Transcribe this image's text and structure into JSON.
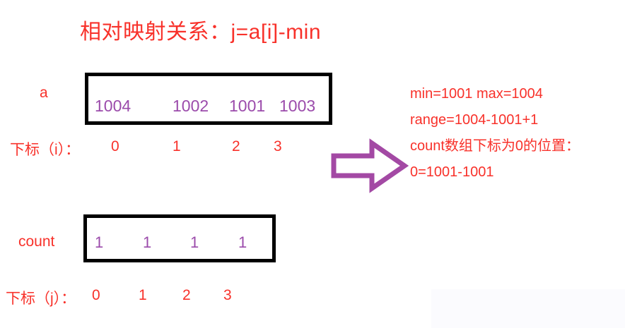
{
  "title": "相对映射关系：j=a[i]-min",
  "colors": {
    "text_red": "#f8312a",
    "value_purple": "#9b4bab",
    "box_border": "#000000",
    "arrow_purple": "#a349a4",
    "background": "#ffffff"
  },
  "array_a": {
    "label": "a",
    "values": [
      "1004",
      "1002",
      "1001",
      "1003"
    ],
    "index_label": "下标（i）：",
    "indices": [
      "0",
      "1",
      "2",
      "3"
    ]
  },
  "arrow": {
    "icon": "right-block-arrow-icon",
    "direction": "right"
  },
  "notes": {
    "lines": [
      "min=1001   max=1004",
      "range=1004-1001+1",
      "count数组下标为0的位置：",
      "0=1001-1001"
    ]
  },
  "array_count": {
    "label": "count",
    "values": [
      "1",
      "1",
      "1",
      "1"
    ],
    "index_label": "下标（j）：",
    "indices": [
      "0",
      "1",
      "2",
      "3"
    ]
  }
}
